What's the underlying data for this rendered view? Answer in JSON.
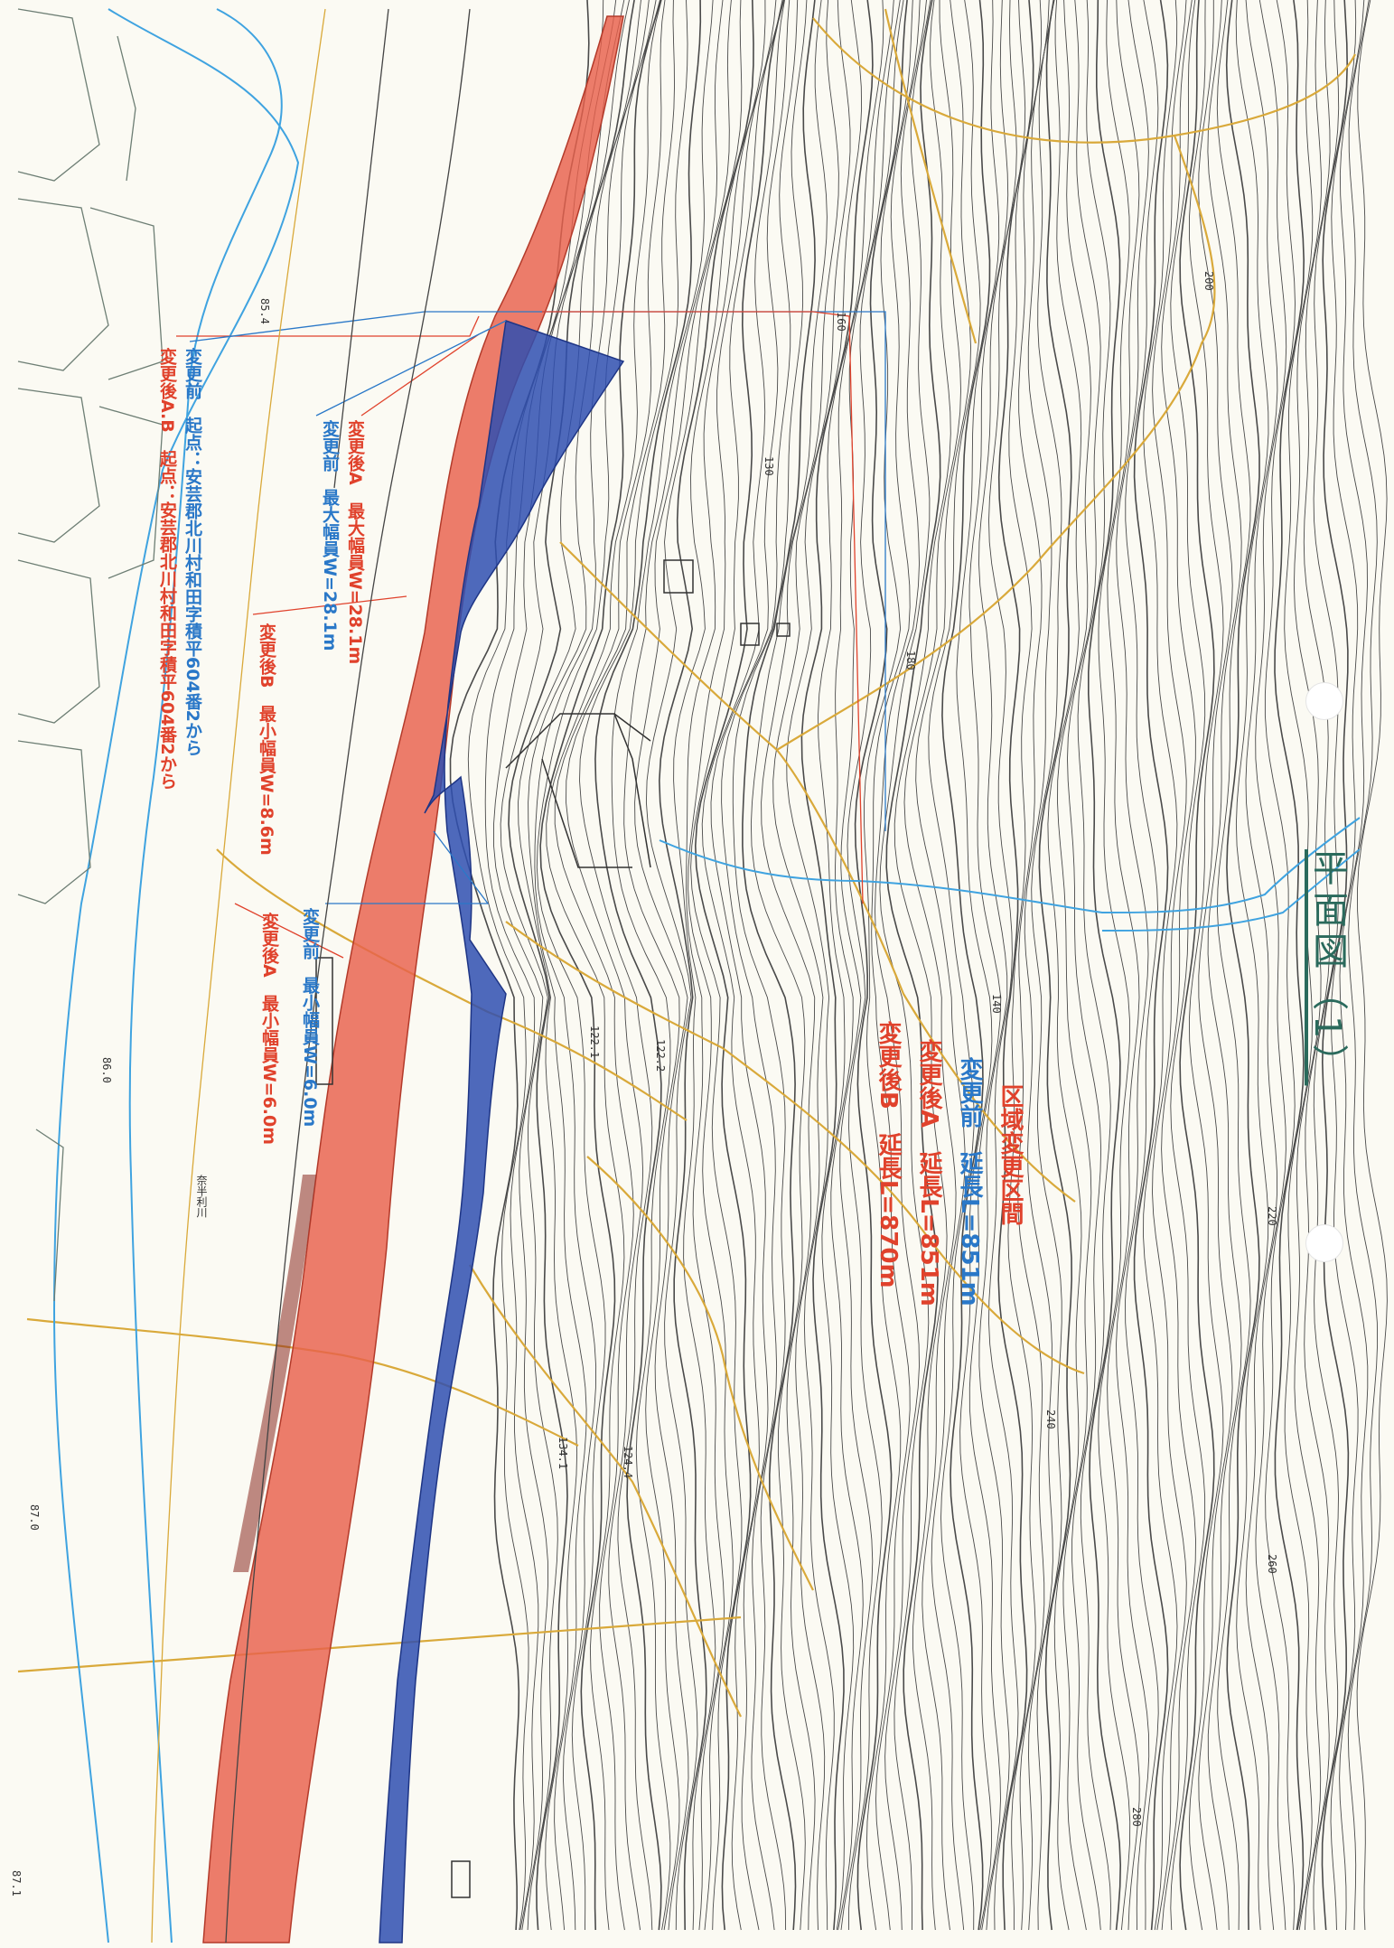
{
  "title": "平面図（1）",
  "legend": {
    "heading": "区域変更区間",
    "before": "変更前　延長L=851m",
    "after_a": "変更後A　延長L=851m",
    "after_b": "変更後B　延長L=870m"
  },
  "start": {
    "before": "変更前　起点：安芸郡北川村和田字積平604番2から",
    "after": "変更後A.B　起点：安芸郡北川村和田字積平604番2から"
  },
  "width_max": {
    "after_a": "変更後A　最大幅員W=28.1m",
    "before": "変更前　最大幅員W=28.1m"
  },
  "width_min_b": "変更後B　最小幅員W=8.6m",
  "width_min": {
    "before": "変更前　最小幅員W=6.0m",
    "after_a": "変更後A　最小幅員W=6.0m"
  },
  "river_name": "奈半利川",
  "elevations": [
    "85.4",
    "86.0",
    "87.0",
    "87.1",
    "134.1",
    "124.4",
    "122.1",
    "122.2",
    "130",
    "140",
    "160",
    "180",
    "200",
    "220",
    "240",
    "260",
    "280"
  ],
  "colors": {
    "after_zone": "#e8604c",
    "before_zone": "#2f4fb0",
    "river": "#3fa3e0",
    "contour": "#3d3d3d",
    "trail": "#d9a93a",
    "title": "#2a6a5c"
  }
}
